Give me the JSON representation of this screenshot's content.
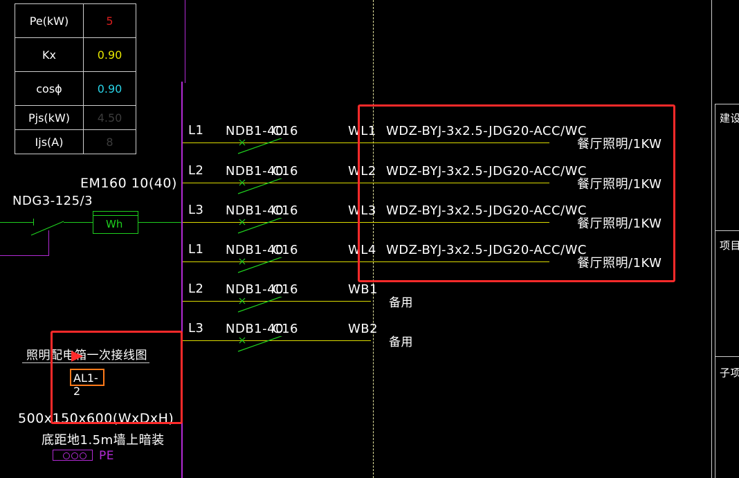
{
  "params": {
    "rows": [
      {
        "key": "Pe(kW)",
        "value": "5",
        "color": "#d91e1e"
      },
      {
        "key": "Kx",
        "value": "0.90",
        "color": "#e6e600"
      },
      {
        "key": "cosϕ",
        "value": "0.90",
        "color": "#29d3e6"
      },
      {
        "key": "Pjs(kW)",
        "value": "4.50",
        "color": "#3c3c3c"
      },
      {
        "key": "Ijs(A)",
        "value": "8",
        "color": "#3c3c3c"
      }
    ]
  },
  "incoming": {
    "meter_model": "EM160 10(40)",
    "switch_model": "NDG3-125/3",
    "meter_symbol": "Wh"
  },
  "circuits": [
    {
      "phase": "L1",
      "breaker": "NDB1-40C16",
      "breaker_a": "NDB1-40",
      "breaker_b": "C16",
      "circuit": "WL1",
      "cable": "WDZ-BYJ-3x2.5-JDG20-ACC/WC",
      "load": "餐厅照明/1KW"
    },
    {
      "phase": "L2",
      "breaker": "NDB1-40C16",
      "breaker_a": "NDB1-40",
      "breaker_b": "C16",
      "circuit": "WL2",
      "cable": "WDZ-BYJ-3x2.5-JDG20-ACC/WC",
      "load": "餐厅照明/1KW"
    },
    {
      "phase": "L3",
      "breaker": "NDB1-40C16",
      "breaker_a": "NDB1-40",
      "breaker_b": "C16",
      "circuit": "WL3",
      "cable": "WDZ-BYJ-3x2.5-JDG20-ACC/WC",
      "load": "餐厅照明/1KW"
    },
    {
      "phase": "L1",
      "breaker": "NDB1-40C16",
      "breaker_a": "NDB1-40",
      "breaker_b": "C16",
      "circuit": "WL4",
      "cable": "WDZ-BYJ-3x2.5-JDG20-ACC/WC",
      "load": "餐厅照明/1KW"
    },
    {
      "phase": "L2",
      "breaker": "NDB1-40C16",
      "breaker_a": "NDB1-40",
      "breaker_b": "C16",
      "circuit": "WB1",
      "cable": "",
      "load": "备用"
    },
    {
      "phase": "L3",
      "breaker": "NDB1-40C16",
      "breaker_a": "NDB1-40",
      "breaker_b": "C16",
      "circuit": "WB2",
      "cable": "",
      "load": "备用"
    }
  ],
  "panel": {
    "title": "照明配电箱一次接线图",
    "id": "AL1-2",
    "size": "500x150x600(WxDxH)",
    "install": "底距地1.5m墙上暗装",
    "pe_label": "PE"
  },
  "title_block": {
    "labels": [
      "建设",
      "项目",
      "子项"
    ]
  },
  "colors": {
    "background": "#000000",
    "busbar": "#b32bd6",
    "feeder_line": "#dede00",
    "switch": "#1fd11f",
    "highlight": "#ff2a2a",
    "id_box": "#ff7a1a"
  }
}
